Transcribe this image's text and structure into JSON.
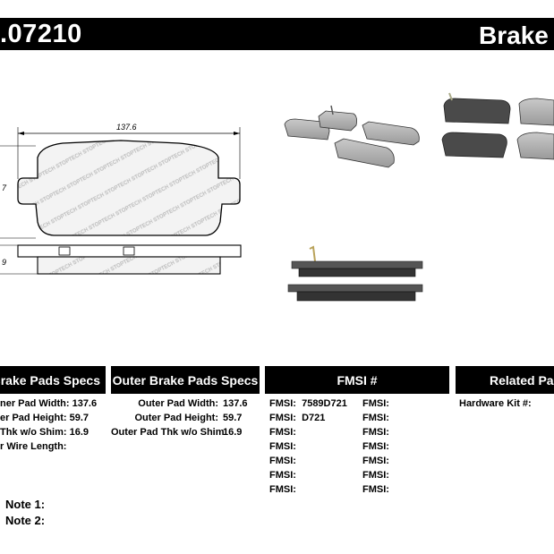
{
  "header": {
    "part_number": ".07210",
    "product_line": "Brake P"
  },
  "drawing": {
    "width_dim": "137.6",
    "height_dim_partial": "7",
    "thickness_dim_partial": "9",
    "watermark": "STOPTECH"
  },
  "columns": {
    "inner": {
      "title": " Brake Pads Specs",
      "rows": [
        {
          "label": "ner Pad Width:",
          "value": "137.6"
        },
        {
          "label": "er Pad Height:",
          "value": "59.7"
        },
        {
          "label": "Thk w/o Shim:",
          "value": "16.9"
        },
        {
          "label": "r Wire Length:",
          "value": ""
        }
      ]
    },
    "outer": {
      "title": "Outer Brake Pads Specs",
      "rows": [
        {
          "label": "Outer Pad Width:",
          "value": "137.6"
        },
        {
          "label": "Outer Pad Height:",
          "value": "59.7"
        },
        {
          "label": "Outer Pad Thk w/o Shim:",
          "value": "16.9"
        }
      ]
    },
    "fmsi": {
      "title": "FMSI #",
      "left": [
        {
          "label": "FMSI:",
          "value": "7589D721"
        },
        {
          "label": "FMSI:",
          "value": "D721"
        },
        {
          "label": "FMSI:",
          "value": ""
        },
        {
          "label": "FMSI:",
          "value": ""
        },
        {
          "label": "FMSI:",
          "value": ""
        },
        {
          "label": "FMSI:",
          "value": ""
        },
        {
          "label": "FMSI:",
          "value": ""
        }
      ],
      "right": [
        {
          "label": "FMSI:",
          "value": ""
        },
        {
          "label": "FMSI:",
          "value": ""
        },
        {
          "label": "FMSI:",
          "value": ""
        },
        {
          "label": "FMSI:",
          "value": ""
        },
        {
          "label": "FMSI:",
          "value": ""
        },
        {
          "label": "FMSI:",
          "value": ""
        },
        {
          "label": "FMSI:",
          "value": ""
        }
      ]
    },
    "related": {
      "title": "Related Par",
      "rows": [
        {
          "label": "Hardware Kit #:",
          "value": ""
        }
      ]
    }
  },
  "notes": {
    "note1": "Note 1:",
    "note2": "Note 2:"
  }
}
